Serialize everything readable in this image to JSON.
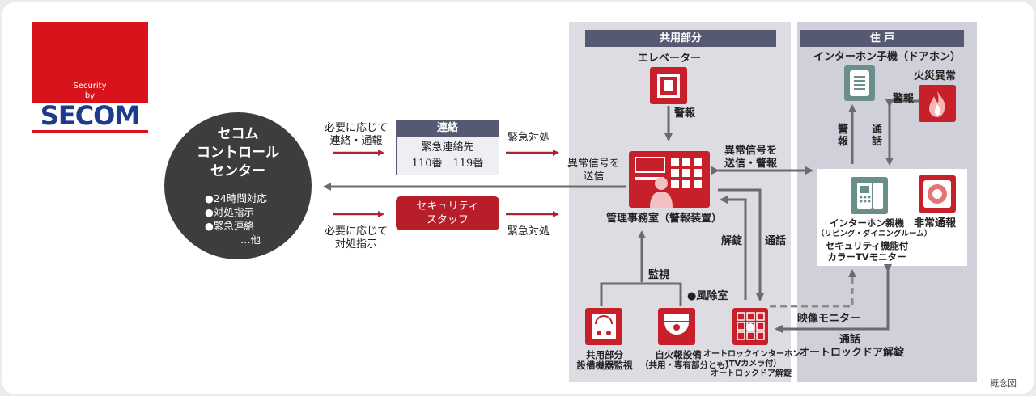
{
  "logo": {
    "line1": "Security",
    "line2": "by",
    "brand": "SECOM"
  },
  "control_center": {
    "title_lines": [
      "セコム",
      "コントロール",
      "センター"
    ],
    "items": [
      "●24時間対応",
      "●対処指示",
      "●緊急連絡",
      "…他"
    ]
  },
  "flows": {
    "contact_note_1": "必要に応じて",
    "contact_note_2": "連絡・通報",
    "instruct_note_1": "必要に応じて",
    "instruct_note_2": "対処指示",
    "emergency_1": "緊急対処",
    "emergency_2": "緊急対処",
    "alarm_signal_1": "異常信号を",
    "alarm_signal_2": "送信"
  },
  "contact_box": {
    "header": "連絡",
    "line1": "緊急連絡先",
    "line2": "110番　119番"
  },
  "staff_box": {
    "line1": "セキュリティ",
    "line2": "スタッフ"
  },
  "zones": {
    "common": "共用部分",
    "dwelling": "住 戸"
  },
  "common_area": {
    "elevator": "エレベーター",
    "alarm_label": "警報",
    "management_room": "管理事務室（警報装置）",
    "signal_alarm_1": "異常信号を",
    "signal_alarm_2": "送信・警報",
    "unlock": "解錠",
    "talk": "通話",
    "monitor": "監視",
    "windbreak_room": "●風除室",
    "equipment_caption_1": "共用部分",
    "equipment_caption_2": "設備機器監視",
    "fire_caption_1": "自火報設備",
    "fire_caption_2": "（共用・専有部分とも）",
    "autolock_caption_1": "オートロックインターホン",
    "autolock_caption_2": "（TVカメラ付）",
    "autolock_caption_3": "オートロックドア解錠"
  },
  "dwelling": {
    "door_intercom": "インターホン子機（ドアホン）",
    "fire_anomaly": "火災異常",
    "alarm": "警報",
    "alarm_v": "警報",
    "talk_v": "通話",
    "master_1": "インターホン親機",
    "master_2": "（リビング・ダイニングルーム）",
    "master_3": "セキュリティ機能付",
    "master_4": "カラーTVモニター",
    "emergency_call": "非常通報",
    "video_monitor": "映像モニター",
    "talk_unlock_1": "通話",
    "talk_unlock_2": "オートロックドア解錠"
  },
  "note": "概念図",
  "colors": {
    "brand_red": "#c8202b",
    "brand_blue": "#1d3a8c",
    "zone_head": "#555a72",
    "arrow_gray": "#6b6b6b"
  }
}
